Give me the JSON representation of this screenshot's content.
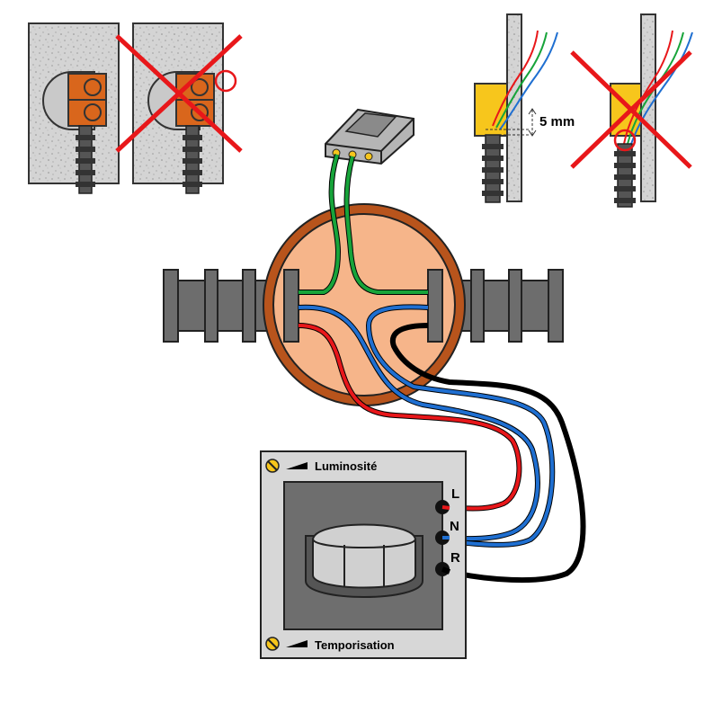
{
  "colors": {
    "phase": "#e8171a",
    "neutral": "#1f6fd1",
    "return": "#000000",
    "earth": "#17a43a",
    "box_fill": "#f6b58a",
    "box_ring": "#b8541c",
    "terminal_block": "#d9661c",
    "wall": "#d2d2d2",
    "sheath": "#6d6d6d",
    "forbidden": "#e8171a",
    "adapter": "#f7c61c",
    "plate": "#d7d7d7",
    "detector_face": "#6e6e6e"
  },
  "icons": {
    "forbidden_mark": "red-cross-icon",
    "adjust_screw": "screw-icon",
    "ramp": "ramp-icon"
  },
  "labels": {
    "measure": "5 mm",
    "luminosity": "Luminosité",
    "timer": "Temporisation",
    "terminal_l": "L",
    "terminal_n": "N",
    "terminal_r": "R"
  }
}
